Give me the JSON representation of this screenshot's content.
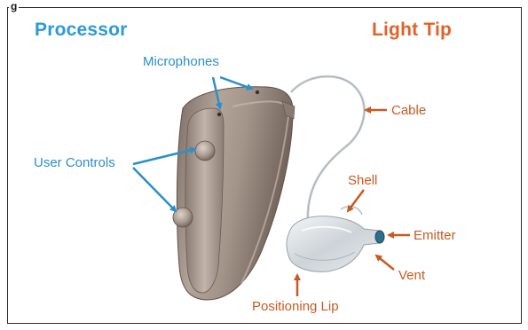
{
  "figure_tag": "g",
  "headings": {
    "processor": "Processor",
    "light_tip": "Light Tip"
  },
  "labels": {
    "microphones": "Microphones",
    "user_controls": "User Controls",
    "cable": "Cable",
    "shell": "Shell",
    "emitter": "Emitter",
    "vent": "Vent",
    "positioning_lip": "Positioning Lip"
  },
  "colors": {
    "processor_label": "#2b8fc9",
    "light_tip_label": "#c75a22",
    "device_body": "#9a8a80"
  }
}
